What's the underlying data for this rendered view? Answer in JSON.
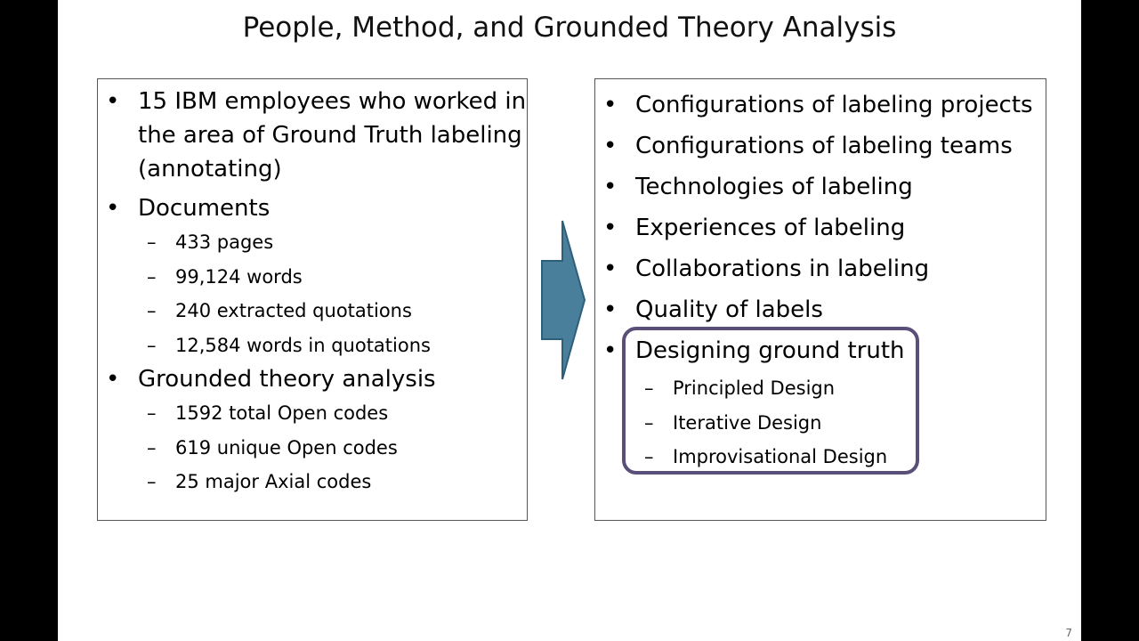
{
  "slide": {
    "title": "People, Method, and Grounded Theory Analysis",
    "page_number": "7"
  },
  "left_box": {
    "item1": "15 IBM employees who worked in the area of Ground Truth labeling (annotating)",
    "item2": "Documents",
    "item2_subs": [
      "433 pages",
      "99,124 words",
      "240 extracted quotations",
      "12,584 words in quotations"
    ],
    "item3": "Grounded theory analysis",
    "item3_subs": [
      "1592 total Open codes",
      "619 unique Open codes",
      "25 major Axial codes"
    ]
  },
  "right_box": {
    "items": [
      "Configurations of labeling projects",
      "Configurations of labeling teams",
      "Technologies of labeling",
      "Experiences of labeling",
      "Collaborations in labeling",
      "Quality of labels",
      "Designing ground truth"
    ],
    "subs": [
      "Principled Design",
      "Iterative Design",
      "Improvisational Design"
    ]
  },
  "colors": {
    "arrow_fill": "#4a7f9c",
    "arrow_stroke": "#2e5f7a",
    "highlight_border": "#5a4f78"
  }
}
